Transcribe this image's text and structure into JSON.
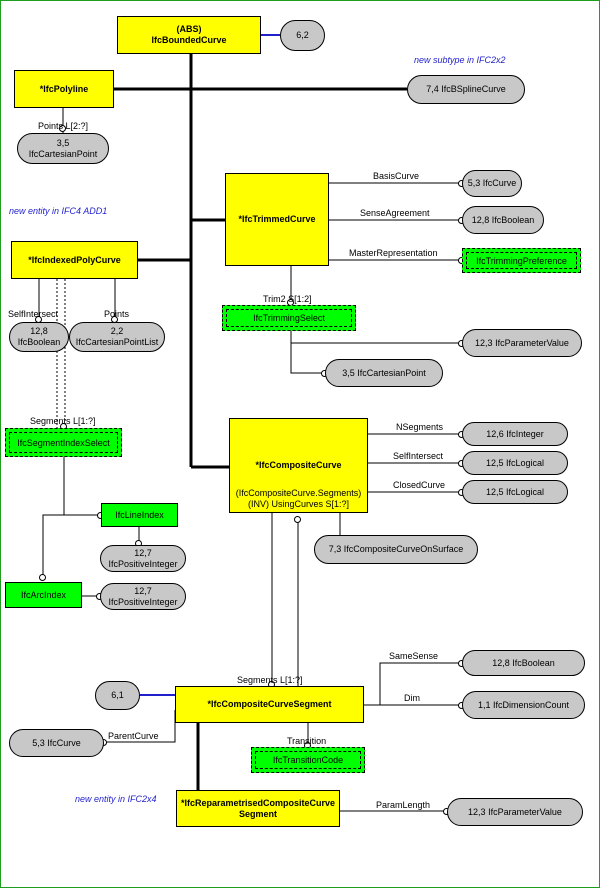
{
  "entities": {
    "bounded": {
      "line1": "(ABS)",
      "line2": "IfcBoundedCurve"
    },
    "polyline": "*IfcPolyline",
    "trimmed": "*IfcTrimmedCurve",
    "indexed": "*IfcIndexedPolyCurve",
    "composite": "*IfcCompositeCurve",
    "composite_inv1": "(IfcCompositeCurve.Segments)",
    "composite_inv2": "(INV) UsingCurves S[1:?]",
    "segment": "*IfcCompositeCurveSegment",
    "reparam": {
      "line1": "*IfcReparametrisedCompositeCurve",
      "line2": "Segment"
    }
  },
  "selects": {
    "trimming_pref": "IfcTrimmingPreference",
    "trimming_select": "IfcTrimmingSelect",
    "segment_index": "IfcSegmentIndexSelect",
    "line_index": "IfcLineIndex",
    "arc_index": "IfcArcIndex",
    "transition_code": "IfcTransitionCode"
  },
  "refs": {
    "r62": "6,2",
    "bspline": "7,4 IfcBSplineCurve",
    "cart1": "3,5\nIfcCartesianPoint",
    "basis": "5,3 IfcCurve",
    "senseagr": "12,8 IfcBoolean",
    "selfint_bool": "12,8\nIfcBoolean",
    "pointlist": "2,2\nIfcCartesianPointList",
    "paramval": "12,3 IfcParameterValue",
    "cart2": "3,5 IfcCartesianPoint",
    "nseg": "12,6 IfcInteger",
    "selflog": "12,5 IfcLogical",
    "closedlog": "12,5 IfcLogical",
    "onsurface": "7,3 IfcCompositeCurveOnSurface",
    "posint1": "12,7\nIfcPositiveInteger",
    "posint2": "12,7\nIfcPositiveInteger",
    "r61": "6,1",
    "samesense": "12,8 IfcBoolean",
    "dimcount": "1,1 IfcDimensionCount",
    "parentcurve": "5,3 IfcCurve",
    "paramlength": "12,3 IfcParameterValue"
  },
  "labels": {
    "points_poly": "Points L[2:?]",
    "basiscurve": "BasisCurve",
    "senseagreement": "SenseAgreement",
    "masterrep": "MasterRepresentation",
    "trim": "Trim2 S[1:2]",
    "selfintersect": "SelfIntersect",
    "points_idx": "Points",
    "segments_idx": "Segments L[1:?]",
    "nsegments": "NSegments",
    "selfintersect2": "SelfIntersect",
    "closedcurve": "ClosedCurve",
    "segments_cc": "Segments L[1:?]",
    "samesense_lbl": "SameSense",
    "dim": "Dim",
    "parentcurve_lbl": "ParentCurve",
    "transition": "Transition",
    "paramlength_lbl": "ParamLength"
  },
  "notes": {
    "ifc2x2": "new subtype in IFC2x2",
    "ifc4add1": "new entity in IFC4 ADD1",
    "ifc2x4": "new entity in IFC2x4"
  }
}
